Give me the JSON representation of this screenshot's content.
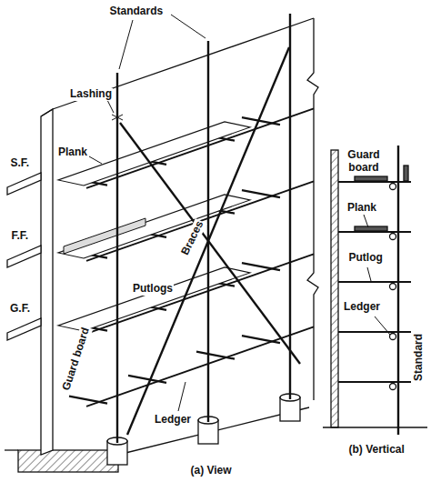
{
  "diagram": {
    "labels": [
      "Standards",
      "Lashing",
      "Plank",
      "S.F.",
      "F.F.",
      "G.F.",
      "Braces",
      "Putlogs",
      "Guard board",
      "Ledger",
      "(a) View",
      "Guard board",
      "Plank",
      "Putlog",
      "Ledger",
      "Standard",
      "(b) Vertical"
    ]
  }
}
